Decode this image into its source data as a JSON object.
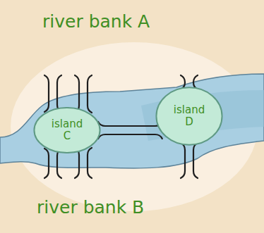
{
  "diagram": {
    "nodes": [
      {
        "text": [
          "river bank A"
        ]
      },
      {
        "text": [
          "island C"
        ]
      },
      {
        "text": [
          "island D"
        ]
      },
      {
        "text": [
          "river bank B"
        ]
      }
    ],
    "edges": [
      {
        "from": 0,
        "to": 1,
        "arrow": "none"
      },
      {
        "from": 0,
        "to": 1,
        "arrow": "none"
      },
      {
        "from": 0,
        "to": 2,
        "arrow": "none"
      },
      {
        "from": 1,
        "to": 2,
        "arrow": "none"
      },
      {
        "from": 1,
        "to": 3,
        "arrow": "none"
      },
      {
        "from": 1,
        "to": 3,
        "arrow": "none"
      },
      {
        "from": 2,
        "to": 3,
        "arrow": "none"
      }
    ]
  }
}
